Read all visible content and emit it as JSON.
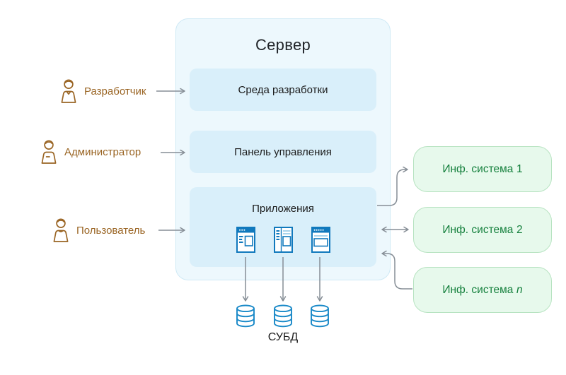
{
  "server": {
    "title": "Сервер",
    "modules": [
      {
        "label": "Среда разработки"
      },
      {
        "label": "Панель управления"
      },
      {
        "label": "Приложения"
      }
    ]
  },
  "actors": [
    {
      "label": "Разработчик"
    },
    {
      "label": "Администратор"
    },
    {
      "label": "Пользователь"
    }
  ],
  "external_systems": [
    {
      "prefix": "Инф. система",
      "suffix": "1"
    },
    {
      "prefix": "Инф. система",
      "suffix": "2"
    },
    {
      "prefix": "Инф. система",
      "suffix": "n"
    }
  ],
  "database": {
    "label": "СУБД",
    "instance_count": 3
  },
  "icons": {
    "actors": [
      "developer-person-icon",
      "administrator-person-icon",
      "user-person-icon"
    ],
    "app_windows": [
      "app-window-sidebar-icon",
      "app-window-list-icon",
      "app-window-form-icon"
    ],
    "database": "database-cylinder-icon"
  },
  "colors": {
    "server_fill": "#edf8fd",
    "server_border": "#cfe9f5",
    "module_fill": "#d9effa",
    "system_fill": "#e7f9ec",
    "system_border": "#b7e3c1",
    "system_text": "#15803d",
    "actor_brown": "#9a6524",
    "arrow_gray": "#868e96",
    "app_icon_blue": "#1179bd",
    "database_blue": "#1989c8",
    "text_dark": "#212529"
  }
}
